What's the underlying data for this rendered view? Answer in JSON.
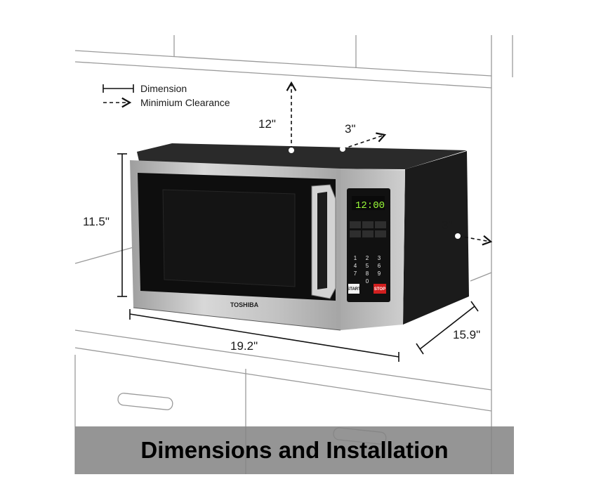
{
  "legend": {
    "dimension_label": "Dimension",
    "clearance_label": "Minimium Clearance"
  },
  "dimensions": {
    "height": "11.5\"",
    "width": "19.2\"",
    "depth": "15.9\""
  },
  "clearances": {
    "top": "12\"",
    "back": "3\"",
    "side": "3\""
  },
  "microwave": {
    "brand": "TOSHIBA",
    "display_time": "12:00",
    "start_label": "START",
    "stop_label": "STOP",
    "keypad_digits": [
      "1",
      "2",
      "3",
      "4",
      "5",
      "6",
      "7",
      "8",
      "9",
      "0"
    ]
  },
  "banner": {
    "title": "Dimensions and Installation"
  },
  "colors": {
    "body_dark": "#1b1b1b",
    "steel": "#b9b9b9",
    "display_green": "#9cff3a",
    "stop_red": "#d21f1f",
    "banner_gray": "#828282"
  }
}
